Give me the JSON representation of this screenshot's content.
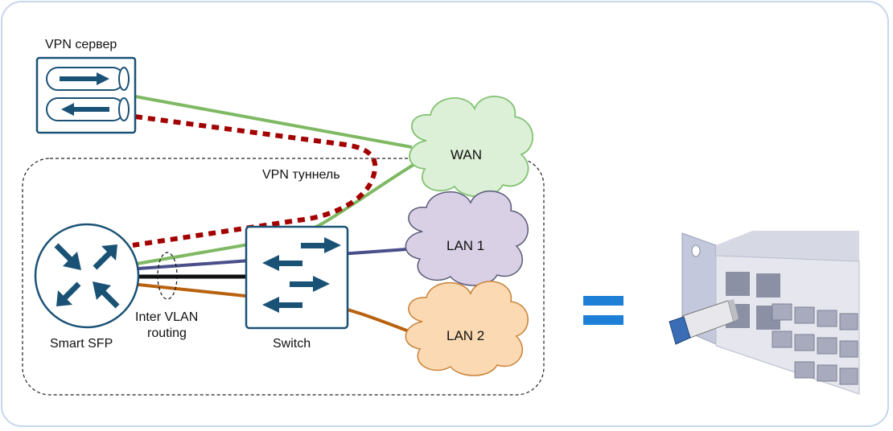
{
  "vpn_server": {
    "label": "VPN сервер"
  },
  "vpn_tunnel": {
    "label": "VPN туннель"
  },
  "smart_sfp": {
    "label": "Smart SFP"
  },
  "switch": {
    "label": "Switch"
  },
  "inter_vlan": {
    "line1": "Inter VLAN",
    "line2": "routing"
  },
  "clouds": {
    "wan": "WAN",
    "lan1": "LAN 1",
    "lan2": "LAN 2"
  },
  "equals_sign": "=",
  "colors": {
    "device_blue": "#1a5276",
    "wan_green": "#7fb964",
    "vpn_red": "#a30000",
    "lan1_purple": "#4a4f8a",
    "lan2_orange": "#b8620f",
    "wan_cloud_fill": "#dcefd7",
    "lan1_cloud_fill": "#d9d0e6",
    "lan2_cloud_fill": "#fbd9b2",
    "equals_blue": "#1e7fd6",
    "frame_border": "#c6d6ee"
  },
  "icons": [
    "arrow-right-icon",
    "arrow-left-icon",
    "router-arrows-icon",
    "switch-arrows-icon",
    "cloud-icon",
    "sfp-module-photo"
  ]
}
